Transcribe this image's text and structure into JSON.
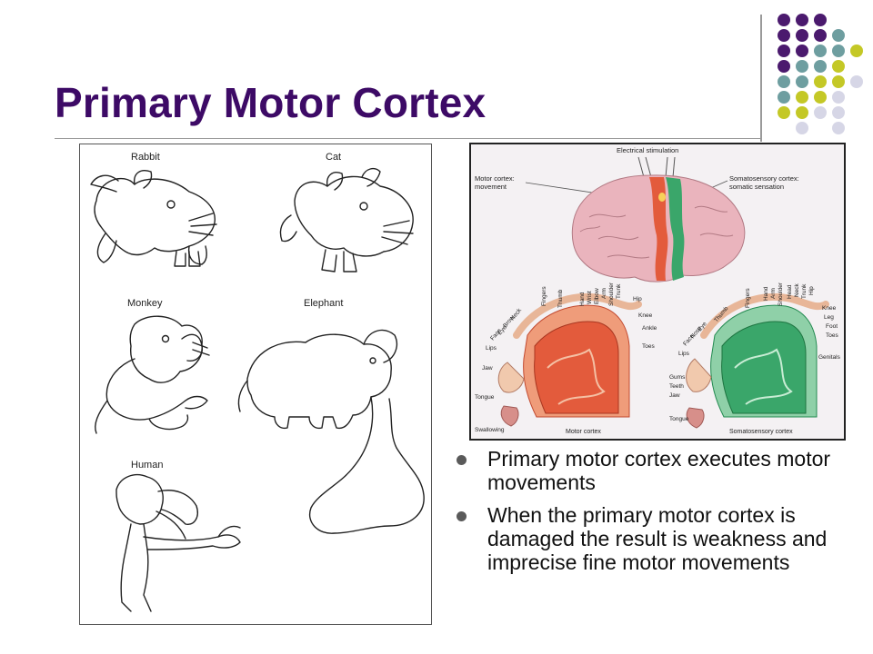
{
  "slide": {
    "title": "Primary Motor Cortex"
  },
  "figure_left": {
    "labels": [
      "Rabbit",
      "Cat",
      "Monkey",
      "Elephant",
      "Human"
    ]
  },
  "figure_right": {
    "top_label": "Electrical stimulation",
    "motor_label_1": "Motor cortex:",
    "motor_label_2": "movement",
    "somato_label_1": "Somatosensory cortex:",
    "somato_label_2": "somatic sensation",
    "motor_parts": [
      "Trunk",
      "Shoulder",
      "Arm",
      "Elbow",
      "Wrist",
      "Hand",
      "Thumb",
      "Fingers",
      "Neck",
      "Brow",
      "Eye",
      "Face",
      "Lips",
      "Jaw",
      "Tongue",
      "Swallowing",
      "Hip",
      "Knee",
      "Ankle",
      "Toes"
    ],
    "somato_parts": [
      "Head",
      "Neck",
      "Trunk",
      "Hip",
      "Shoulder",
      "Arm",
      "Hand",
      "Fingers",
      "Thumb",
      "Eye",
      "Nose",
      "Face",
      "Lips",
      "Gums",
      "Teeth",
      "Jaw",
      "Tongue",
      "Knee",
      "Leg",
      "Foot",
      "Toes",
      "Genitals"
    ],
    "motor_caption": "Motor cortex",
    "somato_caption": "Somatosensory cortex"
  },
  "bullets": [
    "Primary motor cortex executes motor movements",
    "When the primary motor cortex is damaged the result is weakness and imprecise fine motor movements"
  ],
  "colors": {
    "title": "#3d0a66",
    "dot_purple": "#4b1a6e",
    "dot_teal": "#6e9ea0",
    "dot_olive": "#c4c826",
    "dot_lavender": "#d6d6e6",
    "motor_red": "#e35b3c",
    "somato_green": "#3aa66a"
  }
}
